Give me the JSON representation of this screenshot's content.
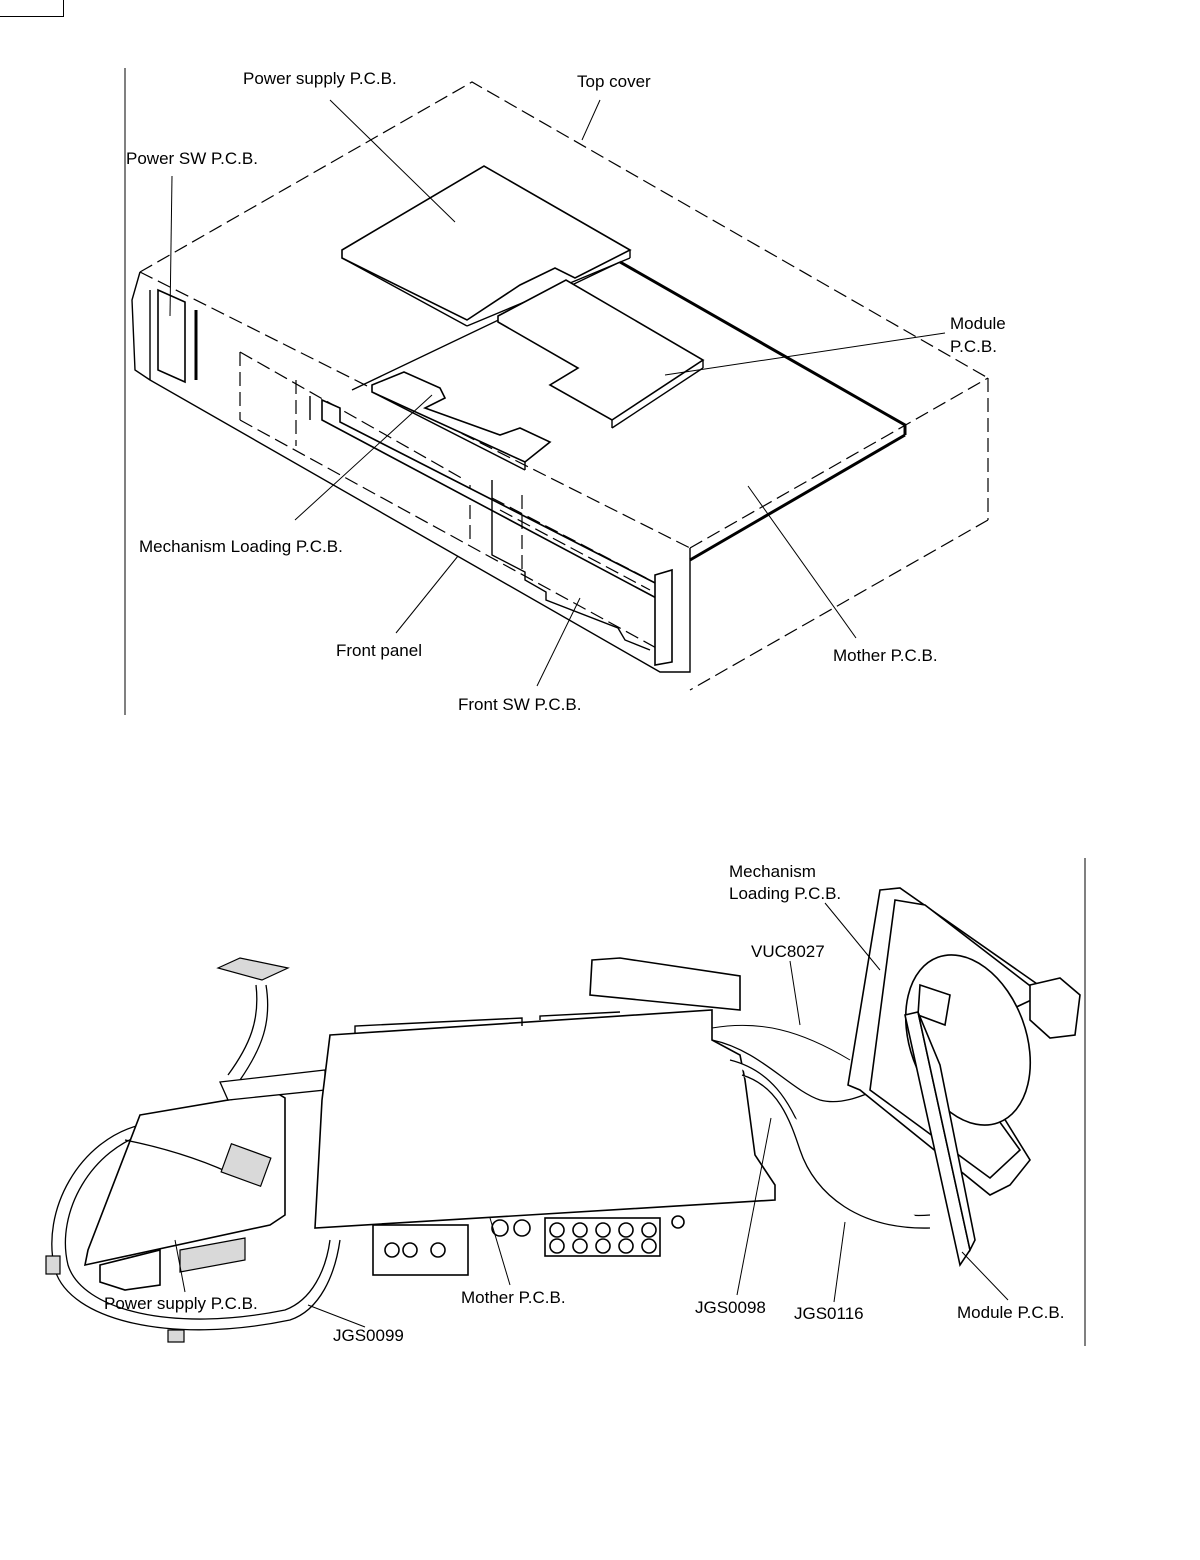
{
  "figure_top": {
    "labels": {
      "power_supply": "Power supply P.C.B.",
      "top_cover": "Top cover",
      "power_sw": "Power SW P.C.B.",
      "module_line1": "Module",
      "module_line2": "P.C.B.",
      "mechanism_loading": "Mechanism Loading P.C.B.",
      "front_panel": "Front panel",
      "mother": "Mother P.C.B.",
      "front_sw": "Front SW P.C.B."
    }
  },
  "figure_bottom": {
    "labels": {
      "mechanism_line1": "Mechanism",
      "mechanism_line2": "Loading P.C.B.",
      "vuc8027": "VUC8027",
      "power_supply": "Power supply P.C.B.",
      "jgs0099": "JGS0099",
      "mother": "Mother P.C.B.",
      "jgs0098": "JGS0098",
      "jgs0116": "JGS0116",
      "module": "Module P.C.B."
    }
  }
}
